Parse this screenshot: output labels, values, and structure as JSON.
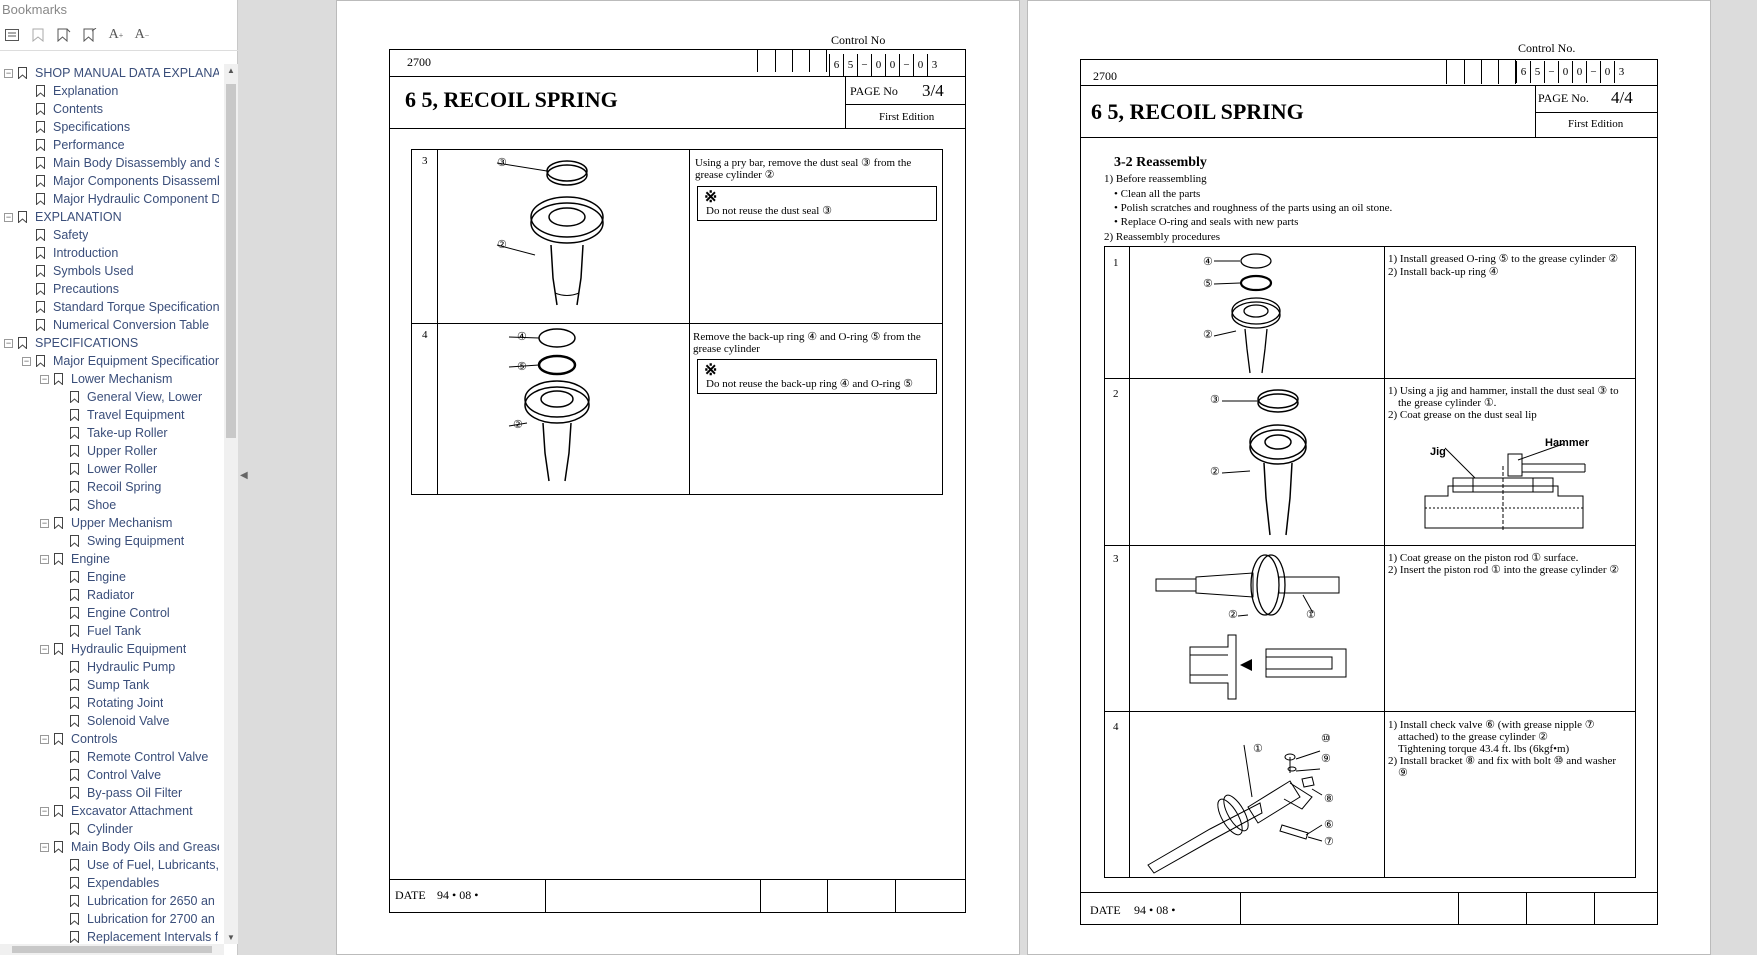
{
  "sidebar": {
    "title": "Bookmarks",
    "toolbar_icons": [
      "options-icon",
      "bookmark-add-icon",
      "bookmark-new-icon",
      "bookmark-expand-icon",
      "text-larger-icon",
      "text-smaller-icon"
    ],
    "items": [
      {
        "label": "SHOP MANUAL  DATA EXPLANAT",
        "level": 0,
        "toggle": "−"
      },
      {
        "label": "Explanation",
        "level": 1
      },
      {
        "label": "Contents",
        "level": 1
      },
      {
        "label": "Specifications",
        "level": 1
      },
      {
        "label": "Performance",
        "level": 1
      },
      {
        "label": "Main Body Disassembly and Ser",
        "level": 1
      },
      {
        "label": "Major Components Disassembly",
        "level": 1
      },
      {
        "label": "Major Hydraulic Component Dis",
        "level": 1
      },
      {
        "label": "EXPLANATION",
        "level": 0,
        "toggle": "−"
      },
      {
        "label": "Safety",
        "level": 1
      },
      {
        "label": "Introduction",
        "level": 1
      },
      {
        "label": "Symbols Used",
        "level": 1
      },
      {
        "label": "Precautions",
        "level": 1
      },
      {
        "label": "Standard Torque Specification",
        "level": 1
      },
      {
        "label": "Numerical Conversion Table",
        "level": 1
      },
      {
        "label": "SPECIFICATIONS",
        "level": 0,
        "toggle": "−"
      },
      {
        "label": "Major Equipment Specifications",
        "level": 1,
        "toggle": "−"
      },
      {
        "label": "Lower Mechanism",
        "level": 2,
        "toggle": "−"
      },
      {
        "label": "General View, Lower",
        "level": 3
      },
      {
        "label": "Travel Equipment",
        "level": 3
      },
      {
        "label": "Take-up Roller",
        "level": 3
      },
      {
        "label": "Upper Roller",
        "level": 3
      },
      {
        "label": "Lower Roller",
        "level": 3
      },
      {
        "label": "Recoil Spring",
        "level": 3
      },
      {
        "label": "Shoe",
        "level": 3
      },
      {
        "label": "Upper Mechanism",
        "level": 2,
        "toggle": "−"
      },
      {
        "label": "Swing Equipment",
        "level": 3
      },
      {
        "label": "Engine",
        "level": 2,
        "toggle": "−"
      },
      {
        "label": "Engine",
        "level": 3
      },
      {
        "label": "Radiator",
        "level": 3
      },
      {
        "label": "Engine Control",
        "level": 3
      },
      {
        "label": "Fuel Tank",
        "level": 3
      },
      {
        "label": "Hydraulic Equipment",
        "level": 2,
        "toggle": "−"
      },
      {
        "label": "Hydraulic Pump",
        "level": 3
      },
      {
        "label": "Sump Tank",
        "level": 3
      },
      {
        "label": "Rotating Joint",
        "level": 3
      },
      {
        "label": "Solenoid Valve",
        "level": 3
      },
      {
        "label": "Controls",
        "level": 2,
        "toggle": "−"
      },
      {
        "label": "Remote Control Valve",
        "level": 3
      },
      {
        "label": "Control Valve",
        "level": 3
      },
      {
        "label": "By-pass Oil Filter",
        "level": 3
      },
      {
        "label": "Excavator Attachment",
        "level": 2,
        "toggle": "−"
      },
      {
        "label": "Cylinder",
        "level": 3
      },
      {
        "label": "Main Body Oils and Greases",
        "level": 2,
        "toggle": "−"
      },
      {
        "label": "Use of Fuel, Lubricants,",
        "level": 3
      },
      {
        "label": "Expendables",
        "level": 3
      },
      {
        "label": "Lubrication for 2650 an",
        "level": 3
      },
      {
        "label": "Lubrication for 2700 an",
        "level": 3
      },
      {
        "label": "Replacement Intervals f",
        "level": 3
      }
    ]
  },
  "page3": {
    "model": "2700",
    "control_label": "Control No",
    "control_digits": [
      "6",
      "5",
      "−",
      "0",
      "0",
      "−",
      "0",
      "3"
    ],
    "title": "6 5,    RECOIL SPRING",
    "page_no_label": "PAGE  No",
    "page_no": "3/4",
    "edition": "First Edition",
    "steps": [
      {
        "num": "3",
        "text": "Using a pry bar, remove the dust seal ③ from the grease cylinder ②",
        "note": "Do not reuse the dust seal ③"
      },
      {
        "num": "4",
        "text": "Remove the back-up ring ④ and O-ring ⑤ from the grease cylinder",
        "note": "Do not reuse the back-up ring ④ and O-ring ⑤"
      }
    ],
    "callouts_step3": [
      "③",
      "②"
    ],
    "callouts_step4": [
      "④",
      "⑤",
      "②"
    ],
    "date_label": "DATE",
    "date_value": "94 • 08 •"
  },
  "page4": {
    "model": "2700",
    "control_label": "Control No.",
    "control_digits": [
      "6",
      "5",
      "−",
      "0",
      "0",
      "−",
      "0",
      "3"
    ],
    "title": "6 5,    RECOIL SPRING",
    "page_no_label": "PAGE  No.",
    "page_no": "4/4",
    "edition": "First Edition",
    "section_title": "3-2 Reassembly",
    "before_title": "1) Before reassembling",
    "bullets": [
      "• Clean all the parts",
      "• Polish scratches and roughness of the parts using an oil stone.",
      "• Replace O-ring and seals with new parts"
    ],
    "procedures_title": "2) Reassembly procedures",
    "steps": [
      {
        "num": "1",
        "lines": [
          "1) Install greased O-ring ⑤ to the grease cylinder ②",
          "2) Install back-up ring ④"
        ]
      },
      {
        "num": "2",
        "lines": [
          "1) Using a jig and hammer, install the dust seal ③ to",
          "the grease cylinder ①.",
          "2) Coat grease on the dust seal lip"
        ]
      },
      {
        "num": "3",
        "lines": [
          "1) Coat grease on the piston rod ① surface.",
          "2) Insert the piston rod ① into the grease cylinder ②"
        ]
      },
      {
        "num": "4",
        "lines": [
          "1) Install check valve ⑥ (with grease nipple ⑦",
          "attached) to the grease cylinder ②",
          "Tightening torque  43.4 ft. lbs  (6kgf•m)",
          "2) Install bracket ⑧ and fix with bolt ⑩ and washer",
          "⑨"
        ]
      }
    ],
    "jig_label": "Jig",
    "hammer_label": "Hammer",
    "callouts_step1": [
      "④",
      "⑤",
      "②"
    ],
    "callouts_step2": [
      "③",
      "②"
    ],
    "callouts_step3": [
      "②",
      "①"
    ],
    "callouts_step4": [
      "①",
      "⑩",
      "⑨",
      "⑧",
      "⑥",
      "⑦"
    ],
    "date_label": "DATE",
    "date_value": "94 • 08 •"
  }
}
